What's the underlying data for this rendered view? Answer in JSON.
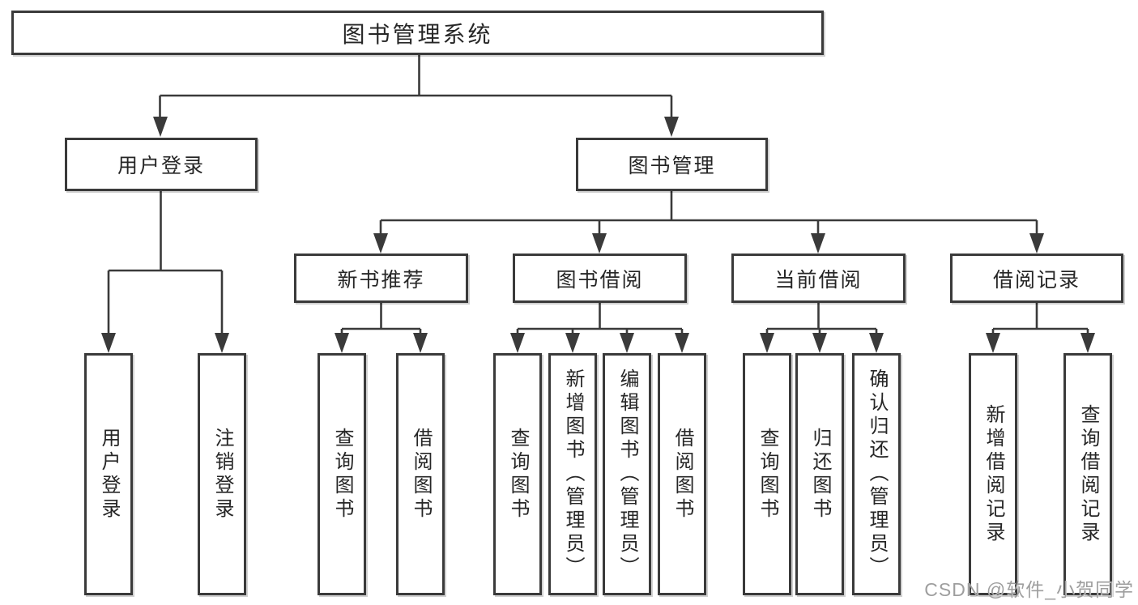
{
  "tree": {
    "label": "图书管理系统",
    "children": [
      {
        "label": "用户登录",
        "children": [
          {
            "label": "用户登录"
          },
          {
            "label": "注销登录"
          }
        ]
      },
      {
        "label": "图书管理",
        "children": [
          {
            "label": "新书推荐",
            "children": [
              {
                "label": "查询图书"
              },
              {
                "label": "借阅图书"
              }
            ]
          },
          {
            "label": "图书借阅",
            "children": [
              {
                "label": "查询图书"
              },
              {
                "label": "新增图书（管理员）"
              },
              {
                "label": "编辑图书（管理员）"
              },
              {
                "label": "借阅图书"
              }
            ]
          },
          {
            "label": "当前借阅",
            "children": [
              {
                "label": "查询图书"
              },
              {
                "label": "归还图书"
              },
              {
                "label": "确认归还（管理员）"
              }
            ]
          },
          {
            "label": "借阅记录",
            "children": [
              {
                "label": "新增借阅记录"
              },
              {
                "label": "查询借阅记录"
              }
            ]
          }
        ]
      }
    ]
  },
  "watermark": {
    "text": "CSDN @软件_小贺同学",
    "color": "#9e9e9e"
  },
  "style": {
    "line_color": "#3a3a3a",
    "box_border_color": "#3a3a3a",
    "text_color": "#262626",
    "background_color": "#ffffff"
  }
}
